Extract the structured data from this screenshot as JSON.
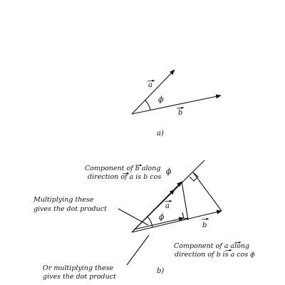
{
  "panel_a": {
    "caption": "a)",
    "vector_a_label": "a",
    "vector_b_label": "b",
    "angle_label": "ϕ"
  },
  "panel_b": {
    "caption": "b)",
    "vector_a_label": "a",
    "vector_b_label": "b",
    "angle_label": "ϕ",
    "phi_top_label": "ϕ",
    "note_component_b": {
      "line1": "Component of b along",
      "line2": "direction of a is b cos"
    },
    "note_multiply_top": {
      "line1": "Multiplying these",
      "line2": "gives the dot product"
    },
    "note_component_a": {
      "line1": "Component of a along",
      "line2": "direction of b is a cos ϕ"
    },
    "note_multiply_bottom": {
      "line1": "Or multiplying these",
      "line2": "gives the dot product"
    }
  }
}
